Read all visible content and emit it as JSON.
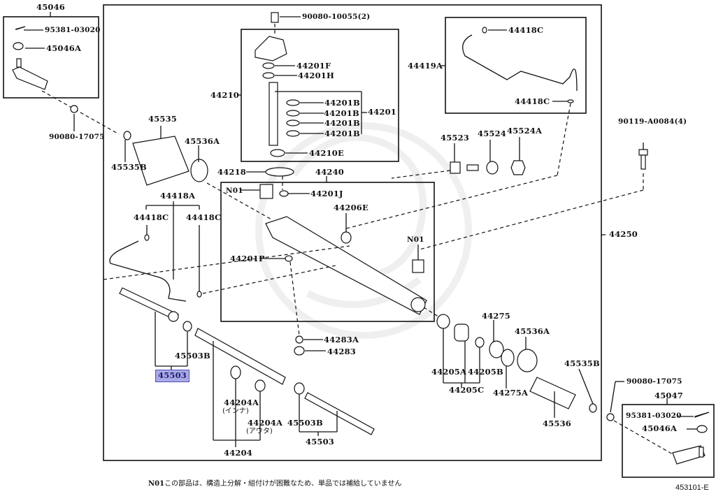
{
  "diagram": {
    "type": "exploded parts diagram",
    "subject": "steering rack and pinion assembly",
    "reference_code": "453101-E",
    "footnote": {
      "marker": "N01",
      "text": "この部品は、構造上分解・組付けが困難なため、単品では補給していません"
    },
    "selected_part": "45503",
    "highlight_color": "#a9a9e6",
    "labels": {
      "p45046": "45046",
      "p95381_l": "95381-03020",
      "p45046a_l": "45046A",
      "p90080_17075_l": "90080-17075",
      "p90080_10055": "90080-10055(2)",
      "p44201f": "44201F",
      "p44201h": "44201H",
      "p44210": "44210",
      "p44201b_1": "44201B",
      "p44201b_2": "44201B",
      "p44201b_3": "44201B",
      "p44201b_4": "44201B",
      "p44201": "44201",
      "p44210e": "44210E",
      "p44418c_top": "44418C",
      "p44419a": "44419A",
      "p44418c_top2": "44418C",
      "p45535": "45535",
      "p45536a_l": "45536A",
      "p45535b_l": "45535B",
      "p44218": "44218",
      "p44240": "44240",
      "p45523": "45523",
      "p45524": "45524",
      "p45524a": "45524A",
      "p90119": "90119-A0084(4)",
      "p44418a": "44418A",
      "p44418c_l1": "44418C",
      "p44418c_l2": "44418C",
      "p n01_a": "N01",
      "pn01_a": "N01",
      "p44201j": "44201J",
      "p44206e": "44206E",
      "pn01_b": "N01",
      "p44250": "44250",
      "p44201p": "44201P",
      "p44283a": "44283A",
      "p44283": "44283",
      "p45503b_l": "45503B",
      "p45503_l": "45503",
      "p44204a_in": "44204A",
      "p44204a_in_note": "(インナ)",
      "p44204a_out": "44204A",
      "p44204a_out_note": "(アウタ)",
      "p44204": "44204",
      "p45503b_r": "45503B",
      "p45503_r": "45503",
      "p44275": "44275",
      "p45536a_r": "45536A",
      "p44205a": "44205A",
      "p44205b": "44205B",
      "p44205c": "44205C",
      "p44275a": "44275A",
      "p45535b_r": "45535B",
      "p45536": "45536",
      "p90080_17075_r": "90080-17075",
      "p45047": "45047",
      "p95381_r": "95381-03020",
      "p45046a_r": "45046A"
    }
  }
}
